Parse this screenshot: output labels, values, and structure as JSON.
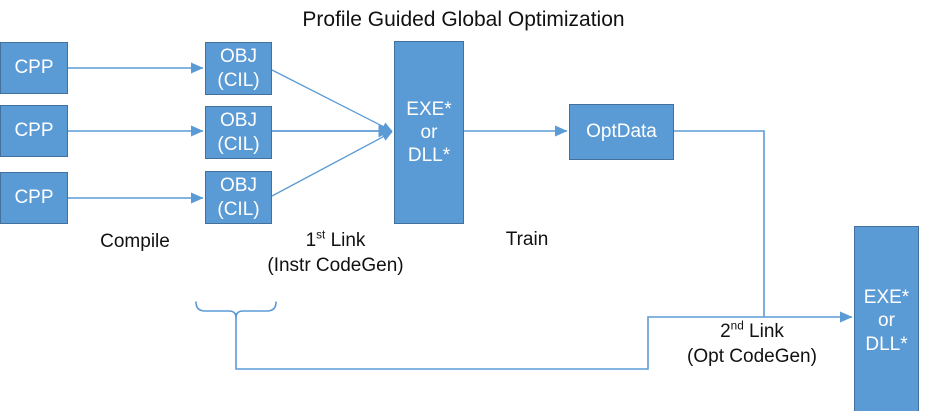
{
  "title": "Profile Guided Global Optimization",
  "colors": {
    "node_fill": "#5B9BD5",
    "node_stroke": "#41719C",
    "node_text": "#FFFFFF",
    "connector": "#5B9BD5",
    "label_text": "#111111",
    "background": "#FFFFFF"
  },
  "nodes": {
    "cpp1": {
      "label": "CPP"
    },
    "cpp2": {
      "label": "CPP"
    },
    "cpp3": {
      "label": "CPP"
    },
    "obj1": {
      "line1": "OBJ",
      "line2": "(CIL)"
    },
    "obj2": {
      "line1": "OBJ",
      "line2": "(CIL)"
    },
    "obj3": {
      "line1": "OBJ",
      "line2": "(CIL)"
    },
    "exe_instrumented": {
      "line1": "EXE*",
      "line2": "or",
      "line3": "DLL*"
    },
    "optdata": {
      "label": "OptData"
    },
    "exe_optimized": {
      "line1": "EXE*",
      "line2": "or",
      "line3": "DLL*"
    }
  },
  "captions": {
    "compile": "Compile",
    "link1_line1_pre": "1",
    "link1_line1_sup": "st",
    "link1_line1_post": " Link",
    "link1_line2": "(Instr CodeGen)",
    "train": "Train",
    "link2_line1_pre": "2",
    "link2_line1_sup": "nd",
    "link2_line1_post": " Link",
    "link2_line2": "(Opt CodeGen)"
  }
}
